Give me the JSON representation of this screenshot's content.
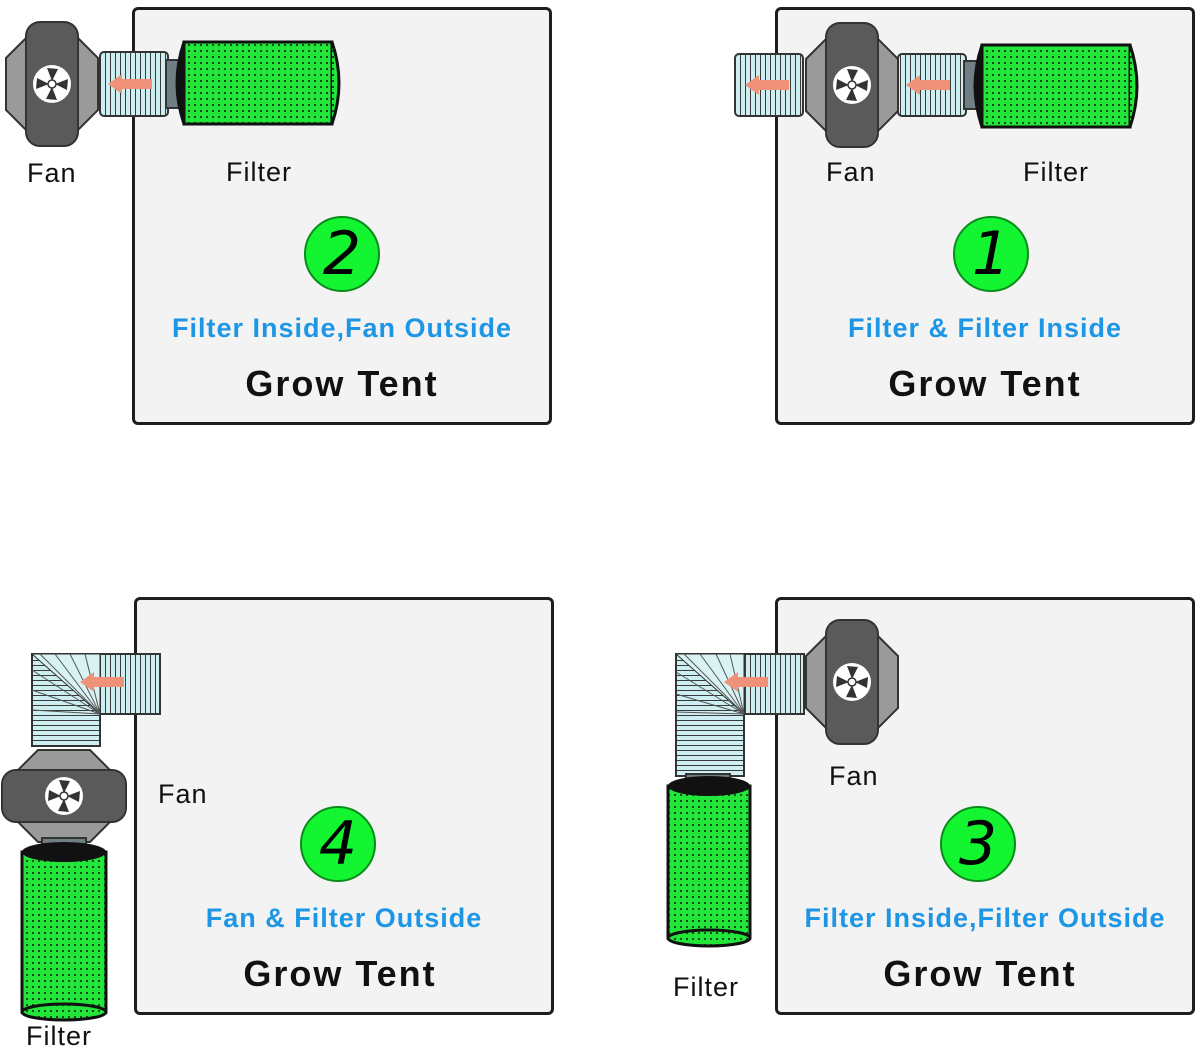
{
  "panels": [
    {
      "number": "2",
      "caption": "Filter Inside,Fan Outside",
      "tent": "Grow Tent",
      "fan_label": "Fan",
      "filter_label": "Filter"
    },
    {
      "number": "1",
      "caption": "Filter & Filter Inside",
      "tent": "Grow Tent",
      "fan_label": "Fan",
      "filter_label": "Filter"
    },
    {
      "number": "4",
      "caption": "Fan & Filter Outside",
      "tent": "Grow Tent",
      "fan_label": "Fan",
      "filter_label": "Filter"
    },
    {
      "number": "3",
      "caption": "Filter Inside,Filter Outside",
      "tent": "Grow Tent",
      "fan_label": "Fan",
      "filter_label": "Filter"
    }
  ],
  "colors": {
    "badge": "#14f532",
    "caption": "#1e96e6",
    "filter": "#22e639",
    "duct": "#cdeff2",
    "fan_body": "#5a5a5a",
    "arrow": "#f0927a",
    "tent": "#f3f3f3"
  }
}
